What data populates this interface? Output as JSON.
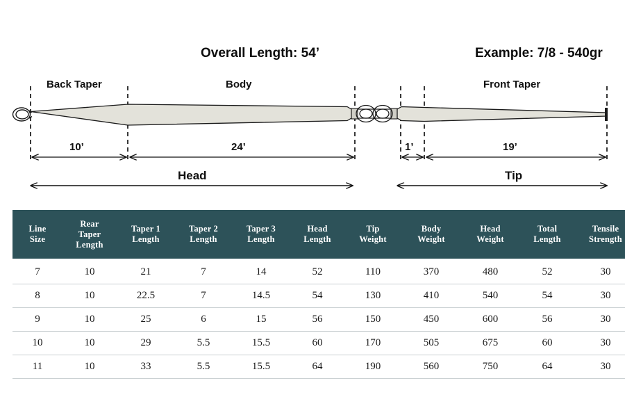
{
  "diagram": {
    "overall_length_label": "Overall Length: 54’",
    "example_label": "Example: 7/8 - 540gr",
    "part_labels": {
      "back_taper": "Back Taper",
      "body": "Body",
      "front_taper": "Front Taper"
    },
    "dimensions": {
      "back_taper_length": "10’",
      "body_length": "24’",
      "connector_length": "1’",
      "front_taper_length": "19’"
    },
    "spans": {
      "head": "Head",
      "tip": "Tip"
    },
    "colors": {
      "line_fill": "#e3e2da",
      "line_stroke": "#1a1a1a",
      "guide_dash": "#222222"
    }
  },
  "table": {
    "header_background": "#2d5259",
    "header_text_color": "#ffffff",
    "row_divider_color": "#c9cfd1",
    "columns": [
      {
        "lines": [
          "Line",
          "Size"
        ]
      },
      {
        "lines": [
          "Rear",
          "Taper",
          "Length"
        ]
      },
      {
        "lines": [
          "Taper 1",
          "Length"
        ]
      },
      {
        "lines": [
          "Taper 2",
          "Length"
        ]
      },
      {
        "lines": [
          "Taper 3",
          "Length"
        ]
      },
      {
        "lines": [
          "Head",
          "Length"
        ]
      },
      {
        "lines": [
          "Tip",
          "Weight"
        ]
      },
      {
        "lines": [
          "Body",
          "Weight"
        ]
      },
      {
        "lines": [
          "Head",
          "Weight"
        ]
      },
      {
        "lines": [
          "Total",
          "Length"
        ]
      },
      {
        "lines": [
          "Tensile",
          "Strength"
        ]
      }
    ],
    "rows": [
      [
        "7",
        "10",
        "21",
        "7",
        "14",
        "52",
        "110",
        "370",
        "480",
        "52",
        "30"
      ],
      [
        "8",
        "10",
        "22.5",
        "7",
        "14.5",
        "54",
        "130",
        "410",
        "540",
        "54",
        "30"
      ],
      [
        "9",
        "10",
        "25",
        "6",
        "15",
        "56",
        "150",
        "450",
        "600",
        "56",
        "30"
      ],
      [
        "10",
        "10",
        "29",
        "5.5",
        "15.5",
        "60",
        "170",
        "505",
        "675",
        "60",
        "30"
      ],
      [
        "11",
        "10",
        "33",
        "5.5",
        "15.5",
        "64",
        "190",
        "560",
        "750",
        "64",
        "30"
      ]
    ]
  }
}
